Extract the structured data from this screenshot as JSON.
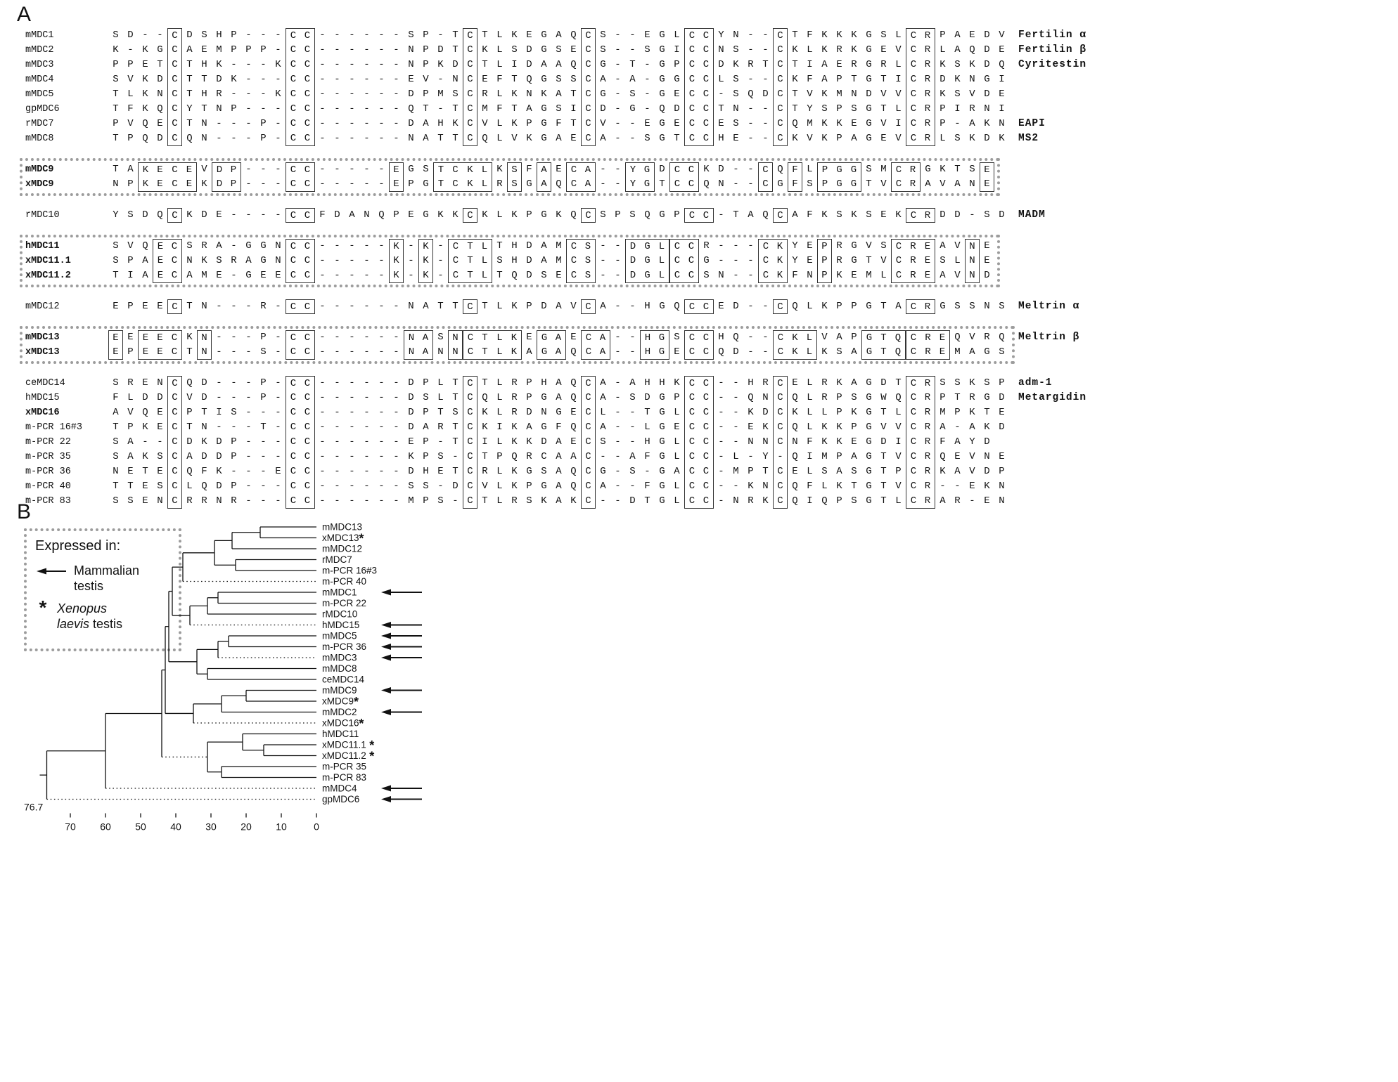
{
  "figure": {
    "panel_a": "A",
    "panel_b": "B"
  },
  "alignment": {
    "blocks": [
      {
        "grouped": false,
        "rows": [
          {
            "label": "mMDC1",
            "family": "Fertilin α",
            "seq": "SD--[C]DSHP---[CC]------SP-T[C]TLKEGAQ[C]S--EGL[CC]YN--[C]TFKKKGSL[CR]PAEDV"
          },
          {
            "label": "mMDC2",
            "family": "Fertilin β",
            "seq": "K-KG[C]AEMPPP-[CC]------NPDT[C]KLSDGSE[C]S--SGI[CC]NS--[C]KLKRKGEV[CR]LAQDE"
          },
          {
            "label": "mMDC3",
            "family": "Cyritestin",
            "seq": "PPET[C]THK---K[CC]------NPKD[C]TLIDAAQ[C]G-T-GP[CC]DKRT[C]TIAERGRL[CR]KSKDQ"
          },
          {
            "label": "mMDC4",
            "seq": "SVKD[C]TTDK---[CC]------EV-N[C]EFTQGSS[C]A-A-GG[CC]LS--[C]KFAPTGTI[CR]DKNGI"
          },
          {
            "label": "mMDC5",
            "seq": "TLKN[C]THR---K[CC]------DPMS[C]RLKNKAT[C]G-S-GE[CC]-SQD[C]TVKMNDVV[CR]KSVDE"
          },
          {
            "label": "gpMDC6",
            "seq": "TFKQ[C]YTNP---[CC]------QT-T[C]MFTAGSI[C]D-G-QD[CC]TN--[C]TYSPSGTL[CR]PIRNI"
          },
          {
            "label": "rMDC7",
            "family": "EAPI",
            "seq": "PVQE[C]TN---P-[CC]------DAHK[C]VLKPGFT[C]V--EGE[CC]ES--[C]QMKKEGVI[CR]P-AKN"
          },
          {
            "label": "mMDC8",
            "family": "MS2",
            "seq": "TPQD[C]QN---P-[CC]------NATT[C]QLVKGAE[C]A--SGT[CC]HE--[C]KVKPAGEV[CR]LSKDK"
          }
        ]
      },
      {
        "grouped": true,
        "rows": [
          {
            "label": "mMDC9",
            "bold": true,
            "seq": "TA[KECE]V[DP]---[CC]-----[E]GS[TCKL]K[S]F[A]E[CA]--[YG]D[CC]KD--[C]Q[F]L[PGG]SM[CR]GKTS[E]"
          },
          {
            "label": "xMDC9",
            "bold": true,
            "seq": "NP[KECE]K[DP]---[CC]-----[E]PG[TCKL]R[S]G[A]Q[CA]--[YG]T[CC]QN--[C]G[F]S[PGG]TV[CR]AVAN[E]"
          }
        ]
      },
      {
        "grouped": false,
        "rows": [
          {
            "label": "rMDC10",
            "family": "MADM",
            "seq": "YSDQ[C]KDE----[CC]FDANQPEGKK[C]KLKPGKQ[C]SPSQGP[CC]-TAQ[C]AFKSKSEK[CR]DD-SD"
          }
        ]
      },
      {
        "grouped": true,
        "rows": [
          {
            "label": "hMDC11",
            "bold": true,
            "seq": "SVQ[EC]SRA-GGN[CC]-----[K]-[K]-[CTL]THDAM[CS]--[DGL][CC]R---[CK]YE[P]RGVS[CRE]AV[N]E"
          },
          {
            "label": "xMDC11.1",
            "bold": true,
            "seq": "SPA[EC]NKSRAGN[CC]-----[K]-[K]-[CTL]SHDAM[CS]--[DGL][CC]G---[CK]YE[P]RGTV[CRE]SL[N]E"
          },
          {
            "label": "xMDC11.2",
            "bold": true,
            "seq": "TIA[EC]AME-GEE[CC]-----[K]-[K]-[CTL]TQDSE[CS]--[DGL][CC]SN--[CK]FN[P]KEML[CRE]AV[N]D"
          }
        ]
      },
      {
        "grouped": false,
        "rows": [
          {
            "label": "mMDC12",
            "family": "Meltrin α",
            "seq": "EPEE[C]TN---R-[CC]------NATT[C]TLKPDAV[C]A--HGQ[CC]ED--[C]QLKPPGTA[CR]GSSNS"
          }
        ]
      },
      {
        "grouped": true,
        "rows": [
          {
            "label": "mMDC13",
            "bold": true,
            "family": "Meltrin β",
            "seq": "[E]E[EEC]K[N]---P-[CC]------[NA]S[N][CTLK]E[GA]E[CA]--[HG]S[CC]HQ--[CKL]VAP[GTQ][CRE]QVRQ"
          },
          {
            "label": "xMDC13",
            "bold": true,
            "seq": "[E]P[EEC]T[N]---S-[CC]------[NA]N[N][CTLK]A[GA]Q[CA]--[HG]E[CC]QD--[CKL]KSA[GTQ][CRE]MAGS"
          }
        ]
      },
      {
        "grouped": false,
        "rows": [
          {
            "label": "ceMDC14",
            "family": "adm-1",
            "seq": "SREN[C]QD---P-[CC]------DPLT[C]TLRPHAQ[C]A-AHHK[CC]--HR[C]ELRKAGDT[CR]SSKSP"
          },
          {
            "label": "hMDC15",
            "family": "Metargidin",
            "seq": "FLDD[C]VD---P-[CC]------DSLT[C]QLRPGAQ[C]A-SDGP[CC]--QN[C]QLRPSGWQ[CR]PTRGD"
          },
          {
            "label": "xMDC16",
            "bold": true,
            "seq": "AVQE[C]PTIS---[CC]------DPTS[C]KLRDNGE[C]L--TGL[CC]--KD[C]KLLPKGTL[CR]MPKTE"
          },
          {
            "label": "m-PCR 16#3",
            "seq": "TPKE[C]TN---T-[CC]------DART[C]KIKAGFQ[C]A--LGE[CC]--EK[C]QLKKPGVV[CR]A-AKD"
          },
          {
            "label": "m-PCR 22",
            "seq": "SA--[C]DKDP---[CC]------EP-T[C]ILKKDAE[C]S--HGL[CC]--NN[C]NFKKEGDI[CR]FAYD"
          },
          {
            "label": "m-PCR 35",
            "seq": "SAKS[C]ADDP---[CC]------KPS-[C]TPQRCAA[C]--AFGL[CC]-L-Y[-]QIMPAGTV[CR]QEVNE"
          },
          {
            "label": "m-PCR 36",
            "seq": "NETE[C]QFK---E[CC]------DHET[C]RLKGSAQ[C]G-S-GA[CC]-MPT[C]ELSASGTP[CR]KAVDP"
          },
          {
            "label": "m-PCR 40",
            "seq": "TTES[C]LQDP---[CC]------SS-D[C]VLKPGAQ[C]A--FGL[CC]--KN[C]QFLKTGTV[CR]--EKN"
          },
          {
            "label": "m-PCR 83",
            "seq": "SSEN[C]RRNR---[CC]------MPS-[C]TLRSKAK[C]--DTGL[CC]-NRK[C]QIQPSGTL[CR]AR-EN"
          }
        ]
      }
    ]
  },
  "tree": {
    "legend": {
      "title": "Expressed in:",
      "arrow_label": "Mammalian testis",
      "asterisk_label_italic": "Xenopus laevis",
      "asterisk_label_rest": "testis"
    },
    "root_label": "76.7",
    "axis_ticks": [
      70,
      60,
      50,
      40,
      30,
      20,
      10,
      0
    ],
    "topology": {
      "d": 76.7,
      "children": [
        {
          "d": 60,
          "children": [
            {
              "d": 44,
              "children": [
                {
                  "d": 43,
                  "children": [
                    {
                      "d": 42,
                      "children": [
                        {
                          "d": 41,
                          "children": [
                            {
                              "d": 38,
                              "children": [
                                {
                                  "d": 29,
                                  "children": [
                                    {
                                      "d": 24,
                                      "children": [
                                        {
                                          "d": 16,
                                          "children": [
                                            {
                                              "leaf": "mMDC13"
                                            },
                                            {
                                              "leaf": "xMDC13",
                                              "marker": "asterisk"
                                            }
                                          ]
                                        },
                                        {
                                          "leaf": "mMDC12"
                                        }
                                      ]
                                    },
                                    {
                                      "d": 23,
                                      "children": [
                                        {
                                          "leaf": "rMDC7"
                                        },
                                        {
                                          "leaf": "m-PCR 16#3"
                                        }
                                      ]
                                    }
                                  ]
                                },
                                {
                                  "leaf": "m-PCR 40",
                                  "dotted": true
                                }
                              ]
                            },
                            {
                              "d": 36,
                              "children": [
                                {
                                  "d": 31,
                                  "children": [
                                    {
                                      "d": 28,
                                      "children": [
                                        {
                                          "leaf": "mMDC1",
                                          "marker": "arrow"
                                        },
                                        {
                                          "leaf": "m-PCR 22"
                                        }
                                      ]
                                    },
                                    {
                                      "leaf": "rMDC10"
                                    }
                                  ]
                                },
                                {
                                  "leaf": "hMDC15",
                                  "marker": "arrow",
                                  "dotted": true
                                }
                              ]
                            }
                          ]
                        },
                        {
                          "d": 34,
                          "children": [
                            {
                              "d": 28,
                              "children": [
                                {
                                  "d": 25,
                                  "children": [
                                    {
                                      "leaf": "mMDC5",
                                      "marker": "arrow"
                                    },
                                    {
                                      "leaf": "m-PCR 36",
                                      "marker": "arrow"
                                    }
                                  ]
                                },
                                {
                                  "leaf": "mMDC3",
                                  "marker": "arrow",
                                  "dotted": true
                                }
                              ]
                            },
                            {
                              "d": 31,
                              "children": [
                                {
                                  "leaf": "mMDC8"
                                },
                                {
                                  "leaf": "ceMDC14"
                                }
                              ]
                            }
                          ]
                        }
                      ]
                    },
                    {
                      "d": 35,
                      "children": [
                        {
                          "d": 27,
                          "children": [
                            {
                              "d": 20,
                              "children": [
                                {
                                  "leaf": "mMDC9",
                                  "marker": "arrow"
                                },
                                {
                                  "leaf": "xMDC9",
                                  "marker": "asterisk"
                                }
                              ]
                            },
                            {
                              "leaf": "mMDC2",
                              "marker": "arrow"
                            }
                          ]
                        },
                        {
                          "leaf": "xMDC16",
                          "marker": "asterisk",
                          "dotted": true
                        }
                      ]
                    }
                  ]
                },
                {
                  "d": 31,
                  "dotted": true,
                  "children": [
                    {
                      "d": 21,
                      "children": [
                        {
                          "leaf": "hMDC11"
                        },
                        {
                          "d": 15,
                          "children": [
                            {
                              "leaf": "xMDC11.1",
                              "marker": "asterisk"
                            },
                            {
                              "leaf": "xMDC11.2",
                              "marker": "asterisk"
                            }
                          ]
                        }
                      ]
                    },
                    {
                      "d": 27,
                      "children": [
                        {
                          "leaf": "m-PCR 35"
                        },
                        {
                          "leaf": "m-PCR 83"
                        }
                      ]
                    }
                  ]
                }
              ]
            },
            {
              "leaf": "mMDC4",
              "marker": "arrow",
              "dotted": true
            }
          ]
        },
        {
          "leaf": "gpMDC6",
          "marker": "arrow",
          "dotted": true
        }
      ]
    }
  }
}
